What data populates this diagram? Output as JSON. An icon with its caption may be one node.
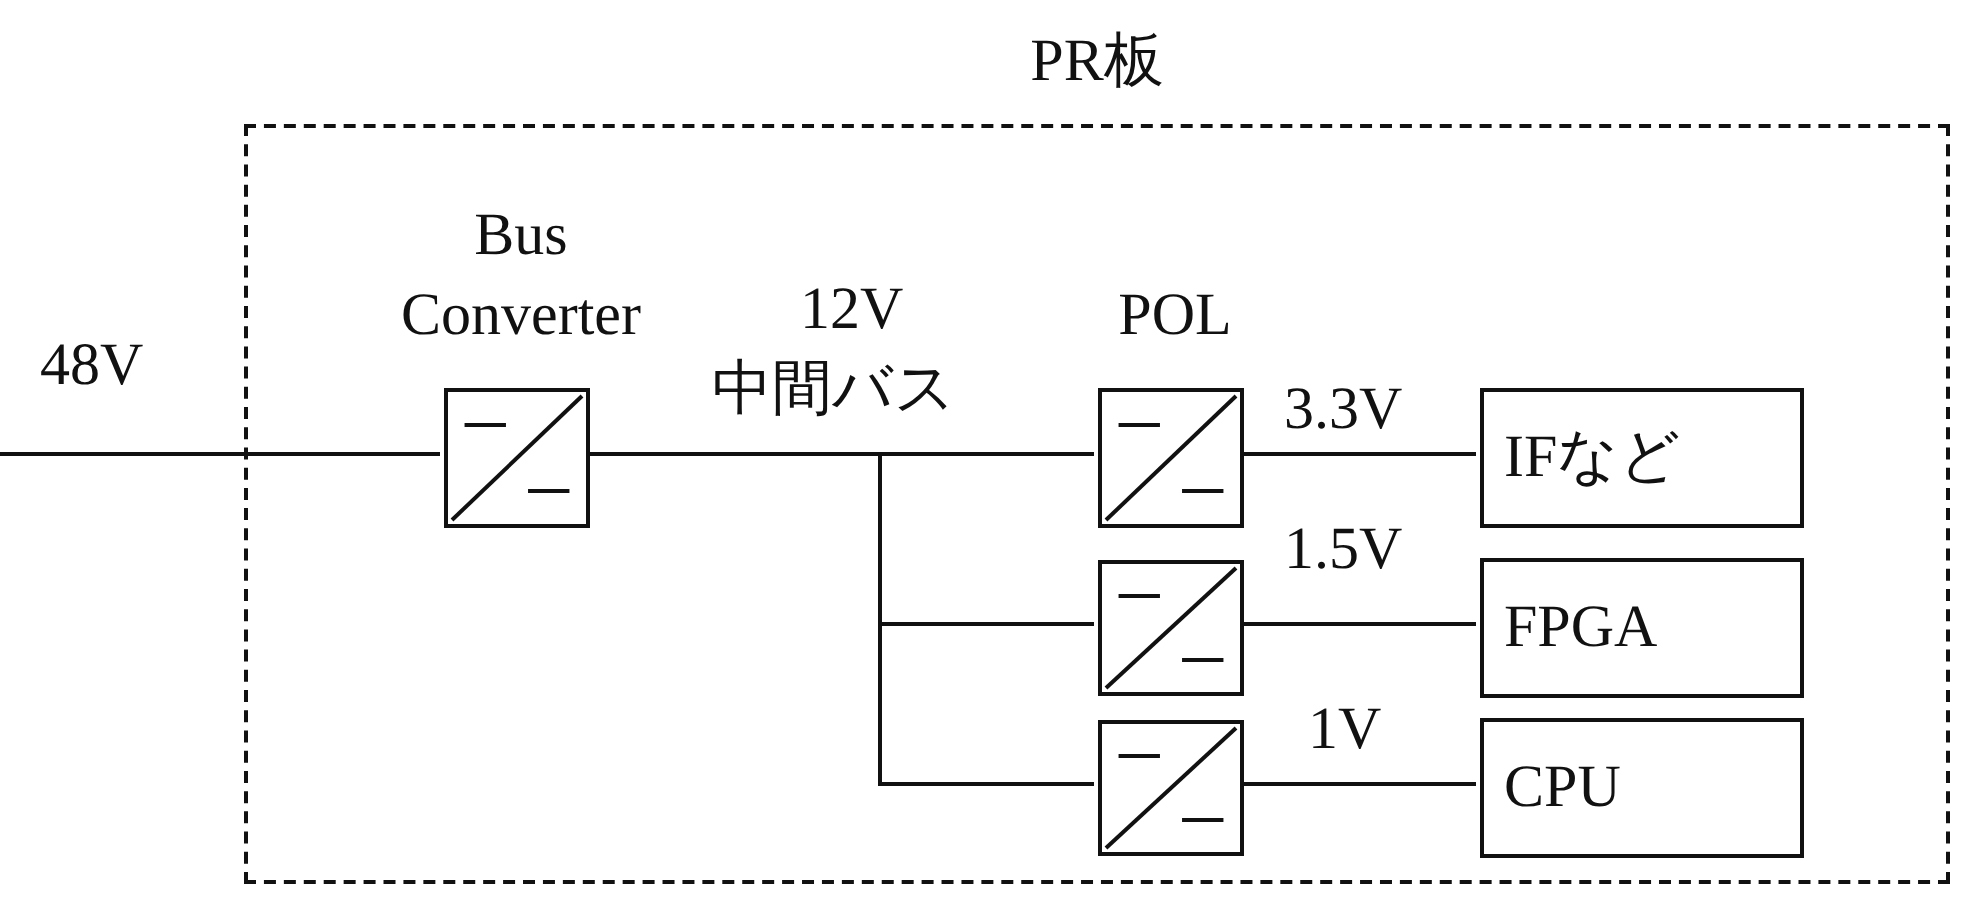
{
  "diagram": {
    "nodes": [
      {
        "text": [
          "PR板"
        ]
      },
      {
        "text": [
          "Bus Converter"
        ],
        "in": 0
      },
      {
        "text": [
          "POL"
        ],
        "in": 0
      },
      {
        "text": [],
        "shape": "box",
        "in": 0
      },
      {
        "text": [],
        "shape": "box",
        "in": 0
      },
      {
        "text": [
          "IFなど"
        ],
        "in": 0
      },
      {
        "text": [
          "FPGA"
        ],
        "in": 0
      },
      {
        "text": [
          "CPU"
        ],
        "in": 0
      }
    ],
    "edges": [
      {
        "from": null,
        "to": 1,
        "arrow": "none",
        "label": "48V"
      },
      {
        "from": 1,
        "to": 2,
        "arrow": "none",
        "label": "12V"
      },
      {
        "from": 1,
        "to": 3,
        "arrow": "none"
      },
      {
        "from": 1,
        "to": 4,
        "arrow": "none"
      },
      {
        "from": 2,
        "to": 5,
        "arrow": "none",
        "label": "3.3V"
      },
      {
        "from": 3,
        "to": 6,
        "arrow": "none",
        "label": "1.5V"
      },
      {
        "from": 4,
        "to": 7,
        "arrow": "none",
        "label": "1V"
      }
    ],
    "labels": [
      "中間バス"
    ]
  }
}
